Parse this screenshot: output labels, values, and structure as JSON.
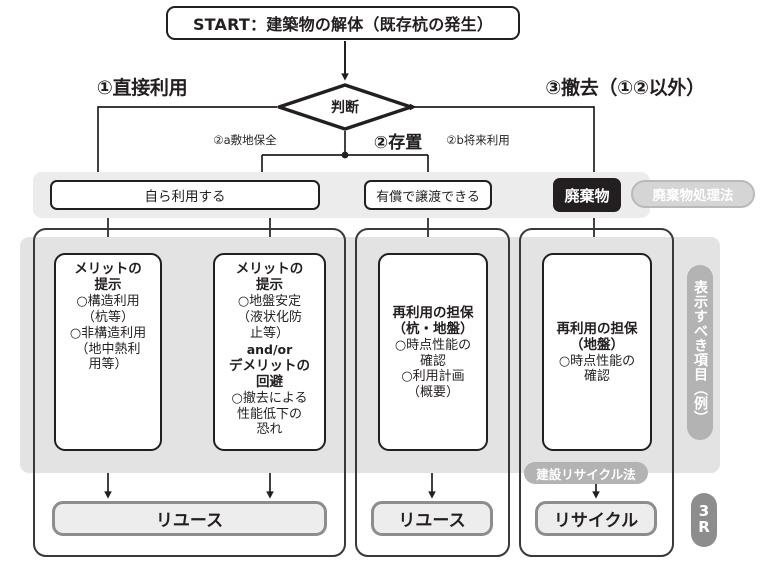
{
  "diagram": {
    "title_box": {
      "label": "START：建築物の解体（既存杭の発生）"
    },
    "decision": {
      "label": "判断"
    },
    "branches": {
      "b1": "①直接利用",
      "b2": "②存置",
      "b3": "③撤去（①②以外）",
      "b2a": "②a敷地保全",
      "b2b": "②b将来利用"
    },
    "level2": {
      "self_use": "自ら利用する",
      "paid_transfer": "有償で譲渡できる",
      "waste": "廃棄物",
      "waste_law_pill": "廃棄物処理法"
    },
    "level3": [
      {
        "name": "merit-structural",
        "head": [
          "メリットの",
          "提示"
        ],
        "items": [
          "○構造利用",
          "（杭等）",
          "○非構造利用",
          "（地中熱利",
          "用等）"
        ],
        "andor": null,
        "head2": null,
        "items2": null
      },
      {
        "name": "merit-ground",
        "head": [
          "メリットの",
          "提示"
        ],
        "items": [
          "○地盤安定",
          "（液状化防",
          "止等）"
        ],
        "andor": "and/or",
        "head2": [
          "デメリットの",
          "回避"
        ],
        "items2": [
          "○撤去による",
          "性能低下の",
          "恐れ"
        ]
      },
      {
        "name": "reuse-guarantee-pile-ground",
        "head": [
          "再利用の担保",
          "（杭・地盤）"
        ],
        "items": [
          "○時点性能の",
          "確認",
          "○利用計画",
          "（概要）"
        ],
        "andor": null,
        "head2": null,
        "items2": null
      },
      {
        "name": "reuse-guarantee-ground",
        "head": [
          "再利用の担保",
          "（地盤）"
        ],
        "items": [
          "○時点性能の",
          "確認"
        ],
        "andor": null,
        "head2": null,
        "items2": null
      }
    ],
    "construction_recycle_law_pill": "建設リサイクル法",
    "results": {
      "reuse_left": "リユース",
      "reuse_mid": "リユース",
      "recycle": "リサイクル"
    },
    "side_label": "表示すべき項目（例）",
    "three_r": {
      "line1": "3",
      "line2": "R"
    }
  },
  "colors": {
    "ink": "#231f20",
    "band_light": "#ececec",
    "band_mid": "#e3e3e3",
    "pill_grey": "#b3b3b3",
    "result_border": "#8d8d8d",
    "result_fill": "#ededed"
  }
}
